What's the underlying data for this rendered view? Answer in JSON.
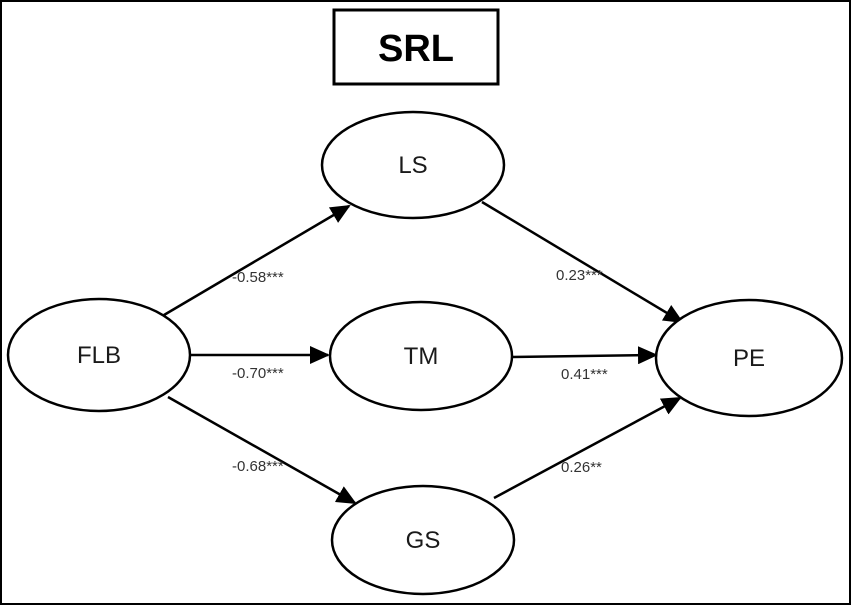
{
  "title": "SRL",
  "nodes": {
    "ls": "LS",
    "flb": "FLB",
    "tm": "TM",
    "pe": "PE",
    "gs": "GS"
  },
  "edges": [
    {
      "from": "FLB",
      "to": "LS",
      "coefficient": "-0.58***"
    },
    {
      "from": "FLB",
      "to": "TM",
      "coefficient": "-0.70***"
    },
    {
      "from": "FLB",
      "to": "GS",
      "coefficient": "-0.68***"
    },
    {
      "from": "LS",
      "to": "PE",
      "coefficient": "0.23***"
    },
    {
      "from": "TM",
      "to": "PE",
      "coefficient": "0.41***"
    },
    {
      "from": "GS",
      "to": "PE",
      "coefficient": "0.26**"
    }
  ]
}
